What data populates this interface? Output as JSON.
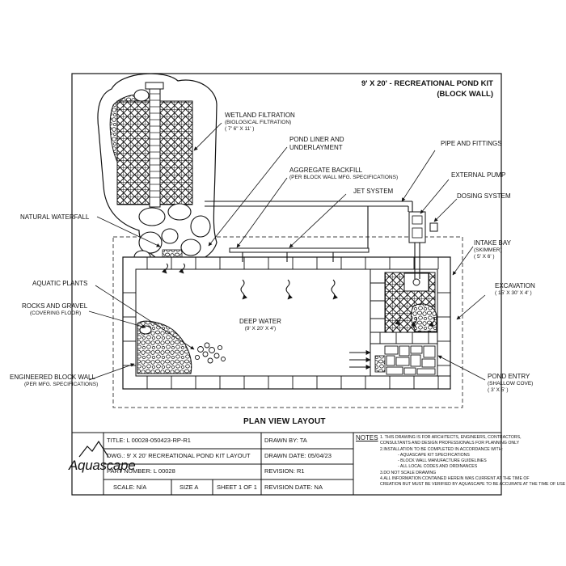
{
  "title": {
    "line1": "9' X 20' - RECREATIONAL POND KIT",
    "line2": "(BLOCK WALL)"
  },
  "layout_caption": "PLAN VIEW LAYOUT",
  "labels": {
    "wetland": {
      "name": "WETLAND FILTRATION",
      "sub1": "(BIOLOGICAL FILTRATION)",
      "sub2": "( 7' 6\" X 11' )"
    },
    "pond_liner": {
      "line1": "POND LINER AND",
      "line2": "UNDERLAYMENT"
    },
    "pipe_fittings": "PIPE AND FITTINGS",
    "aggregate": {
      "name": "AGGREGATE BACKFILL",
      "sub": "(PER BLOCK WALL MFG. SPECIFICATIONS)"
    },
    "external_pump": "EXTERNAL PUMP",
    "jet_system": "JET SYSTEM",
    "dosing_system": "DOSING SYSTEM",
    "natural_waterfall": "NATURAL WATERFALL",
    "intake_bay": {
      "name": "INTAKE BAY",
      "sub1": "(SKIMMER)",
      "sub2": "( 5' X 6' )"
    },
    "aquatic_plants": "AQUATIC PLANTS",
    "excavation": {
      "name": "EXCAVATION",
      "sub": "( 15' X 30' X 4' )"
    },
    "rocks_gravel": {
      "name": "ROCKS AND GRAVEL",
      "sub": "(COVERING FLOOR)"
    },
    "deep_water": {
      "name": "DEEP WATER",
      "sub": "(9' X 20' X 4')"
    },
    "block_wall": {
      "name": "ENGINEERED BLOCK WALL",
      "sub": "(PER MFG. SPECIFICATIONS)"
    },
    "pond_entry": {
      "name": "POND ENTRY",
      "sub1": "(SHALLOW COVE)",
      "sub2": "( 3' X 5' )"
    }
  },
  "title_block": {
    "logo": "Aquascape",
    "title": "TITLE:  L 00028-050423-RP-R1",
    "dwg": "DWG.: 9' X 20' RECREATIONAL POND KIT LAYOUT",
    "part_number": "PART NUMBER:   L 00028",
    "scale": "SCALE: N/A",
    "size": "SIZE  A",
    "sheet": "SHEET 1 OF 1",
    "drawn_by": "DRAWN BY: TA",
    "drawn_date": "DRAWN DATE: 05/04/23",
    "revision": "REVISION:  R1",
    "revision_date": "REVISION DATE:  NA"
  },
  "notes": {
    "heading": "NOTES",
    "lines": [
      "1. THIS DRAWING IS FOR ARCHITECTS, ENGINEERS, CONTRACTORS,",
      "CONSULTANTS AND DESIGN PROFESSIONALS FOR PLANNING ONLY",
      "2.INSTALLATION TO BE COMPLETED IN ACCORDANCE WITH:",
      "- AQUASCAPE KIT SPECIFICATIONS",
      "- BLOCK WALL MANUFACTURE GUIDELINES",
      "- ALL LOCAL CODES AND ORDINANCES",
      "3.DO NOT SCALE DRAWING",
      "4.ALL INFORMATION CONTAINED HEREIN WAS CURRENT AT THE TIME OF",
      "CREATION BUT MUST BE VERIFIED BY AQUASCAPE TO BE ACCURATE AT THE TIME OF USE"
    ]
  }
}
